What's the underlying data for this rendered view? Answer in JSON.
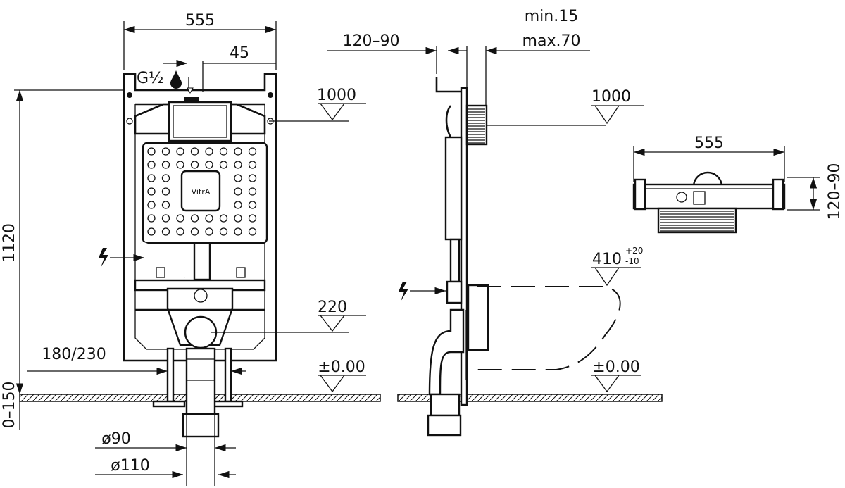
{
  "front_view": {
    "width_label": "555",
    "offset_label": "45",
    "thread_label": "G½",
    "flush_height_label": "1000",
    "total_height_label": "1120",
    "leg_spacing_label": "180/230",
    "adjust_range_label": "0–150",
    "floor_level_label": "±0.00",
    "drain_height_label": "220",
    "pipe_small_label": "ø90",
    "pipe_large_label": "ø110",
    "logo_text": "VitrA"
  },
  "side_view": {
    "depth_label": "120–90",
    "min_label": "min.15",
    "max_label": "max.70",
    "flush_height_label": "1000",
    "seat_height_main": "410",
    "seat_tol_plus": "+20",
    "seat_tol_minus": "-10",
    "floor_level_label": "±0.00"
  },
  "top_view": {
    "width_label": "555",
    "depth_label": "120–90"
  }
}
